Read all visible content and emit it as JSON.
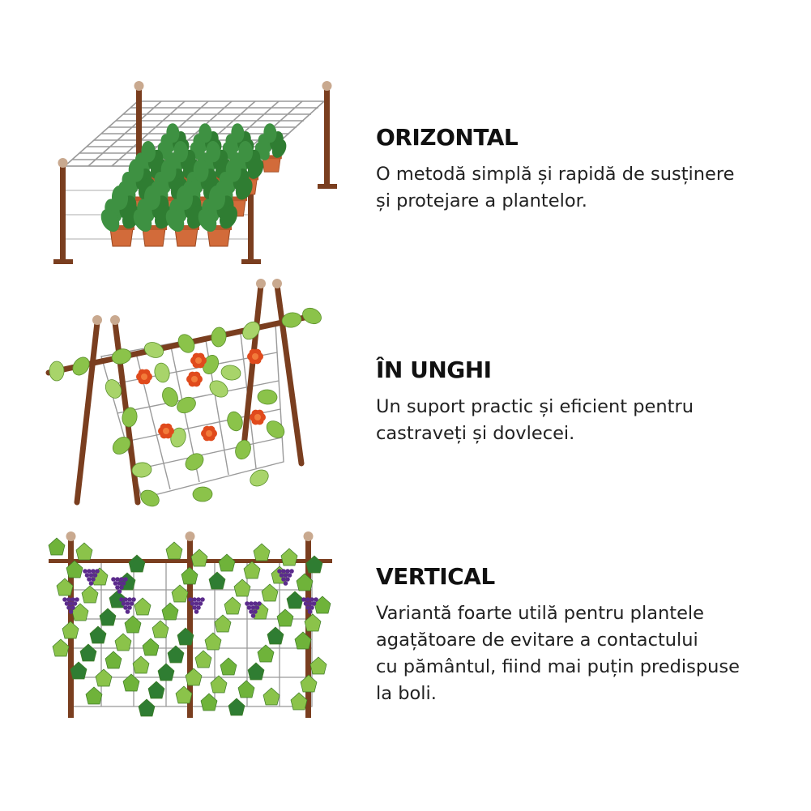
{
  "sections": [
    {
      "title": "ORIZONTAL",
      "description_lines": [
        "O metodă simplă și rapidă de susținere",
        "și protejare a plantelor."
      ]
    },
    {
      "title": "ÎN UNGHI",
      "description_lines": [
        "Un suport practic și eficient pentru",
        "castraveți și dovlecei."
      ]
    },
    {
      "title": "VERTICAL",
      "description_lines": [
        "Variantă foarte utilă pentru plantele",
        "agațătoare de evitare a contactului",
        "cu pământul, fiind mai puțin predispuse",
        "la boli."
      ]
    }
  ],
  "colors": {
    "post": "#7a3e1f",
    "post_cap": "#c9a98f",
    "leaf_dark": "#2f7d32",
    "leaf_light": "#8bc34a",
    "flower": "#e04a1c",
    "grape": "#5b2b8c",
    "pot": "#d26b3a"
  },
  "icons": [
    "horizontal-trellis-illustration",
    "angled-trellis-illustration",
    "vertical-trellis-illustration"
  ]
}
